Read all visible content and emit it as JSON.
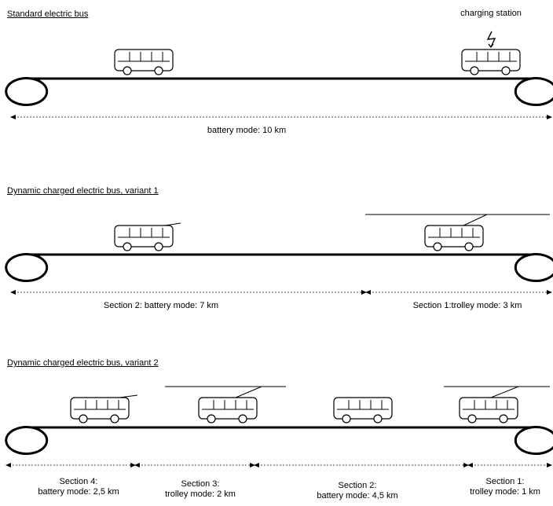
{
  "panels": [
    {
      "title": "Standard electric bus",
      "extra_label": "charging station",
      "sections": [
        {
          "lines": [
            "battery mode: 10 km"
          ]
        }
      ]
    },
    {
      "title": "Dynamic charged electric bus, variant 1",
      "sections": [
        {
          "lines": [
            "Section 2: battery mode: 7 km"
          ]
        },
        {
          "lines": [
            "Section 1:trolley mode: 3 km"
          ]
        }
      ]
    },
    {
      "title": "Dynamic charged electric bus, variant 2",
      "sections": [
        {
          "lines": [
            "Section 4:",
            "battery mode: 2,5 km"
          ]
        },
        {
          "lines": [
            "Section 3:",
            "trolley mode: 2 km"
          ]
        },
        {
          "lines": [
            "Section 2:",
            "battery mode: 4,5 km"
          ]
        },
        {
          "lines": [
            "Section 1:",
            "trolley mode: 1 km"
          ]
        }
      ]
    }
  ],
  "colors": {
    "line": "#000000",
    "dashed": "#444444",
    "background": "#ffffff"
  },
  "icons": [
    "bus-icon",
    "trolleybus-icon",
    "lightning-bolt-icon",
    "overhead-wire"
  ]
}
